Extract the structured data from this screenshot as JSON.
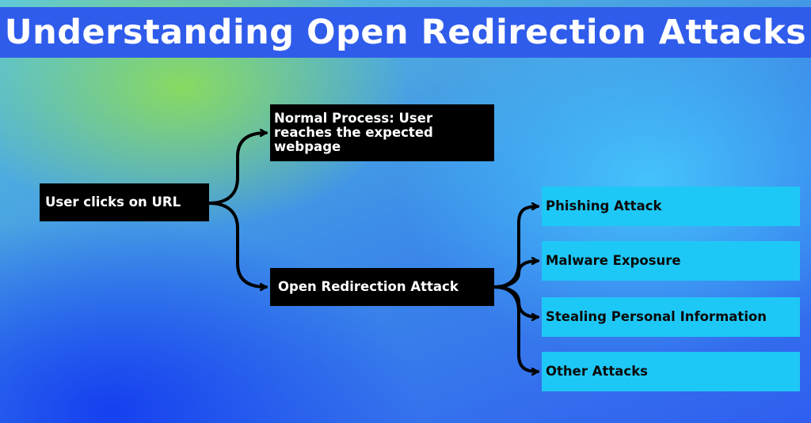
{
  "title": "Understanding Open Redirection Attacks",
  "colors": {
    "title_band": "#2f5cea",
    "dark_node": "#000000",
    "light_node": "#1ec8f6",
    "connector": "#000000"
  },
  "nodes": {
    "user_clicks": "User clicks on URL",
    "normal_process": "Normal Process: User reaches the expected webpage",
    "open_redirection": "Open Redirection Attack",
    "outcomes": [
      "Phishing Attack",
      "Malware Exposure",
      "Stealing Personal Information",
      "Other Attacks"
    ]
  }
}
